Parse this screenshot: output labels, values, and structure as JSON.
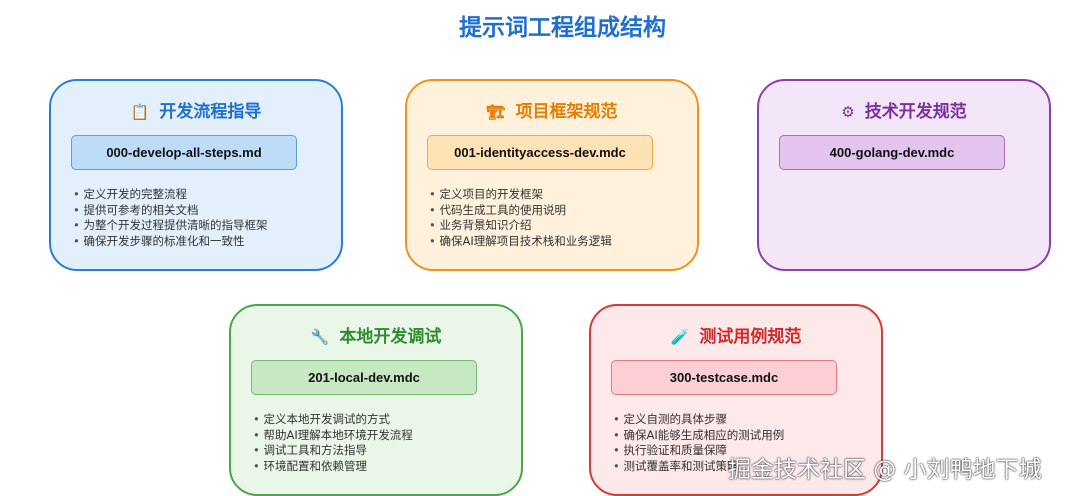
{
  "title": "提示词工程组成结构",
  "cards": [
    {
      "icon": "📋",
      "icon_name": "clipboard-icon",
      "title": "开发流程指导",
      "file": "000-develop-all-steps.md",
      "bullets": [
        "定义开发的完整流程",
        "提供可参考的相关文档",
        "为整个开发过程提供清晰的指导框架",
        "确保开发步骤的标准化和一致性"
      ],
      "colors": {
        "border": "#2a7fd4",
        "bg": "#e3f0fc",
        "title": "#1e6fd0",
        "file_bg": "#bcdcf8",
        "file_border": "#5c9ee0"
      }
    },
    {
      "icon": "🏗",
      "icon_name": "construction-icon",
      "title": "项目框架规范",
      "file": "001-identityaccess-dev.mdc",
      "bullets": [
        "定义项目的开发框架",
        "代码生成工具的使用说明",
        "业务背景知识介绍",
        "确保AI理解项目技术栈和业务逻辑"
      ],
      "colors": {
        "border": "#f0921e",
        "bg": "#fff1dc",
        "title": "#e67e00",
        "file_bg": "#ffe2b6",
        "file_border": "#f0a848"
      }
    },
    {
      "icon": "⚙",
      "icon_name": "gear-icon",
      "title": "技术开发规范",
      "file": "400-golang-dev.mdc",
      "bullets": [],
      "colors": {
        "border": "#8a3fb0",
        "bg": "#f3e6f8",
        "title": "#7b2fa0",
        "file_bg": "#e2c4ee",
        "file_border": "#a870c4"
      }
    },
    {
      "icon": "🔧",
      "icon_name": "wrench-icon",
      "title": "本地开发调试",
      "file": "201-local-dev.mdc",
      "bullets": [
        "定义本地开发调试的方式",
        "帮助AI理解本地环境开发流程",
        "调试工具和方法指导",
        "环境配置和依赖管理"
      ],
      "colors": {
        "border": "#4aa84a",
        "bg": "#eaf6e8",
        "title": "#2e8b2e",
        "file_bg": "#c8e8c4",
        "file_border": "#78b878"
      }
    },
    {
      "icon": "🧪",
      "icon_name": "test-tube-icon",
      "title": "测试用例规范",
      "file": "300-testcase.mdc",
      "bullets": [
        "定义自测的具体步骤",
        "确保AI能够生成相应的测试用例",
        "执行验证和质量保障",
        "测试覆盖率和测试策略"
      ],
      "colors": {
        "border": "#d63a3a",
        "bg": "#fde8ea",
        "title": "#d02a2a",
        "file_bg": "#fccfd4",
        "file_border": "#e07a80"
      }
    }
  ],
  "watermark": "掘金技术社区 @ 小刘鸭地下城"
}
